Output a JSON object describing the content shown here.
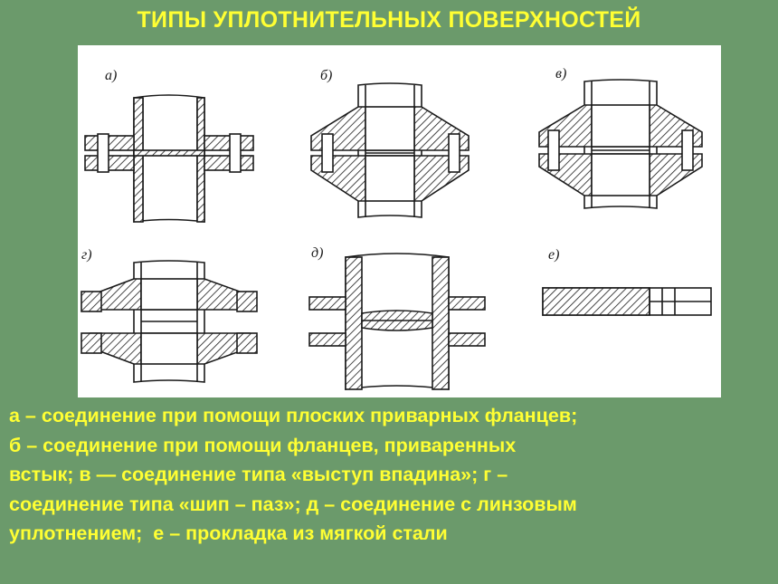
{
  "slide": {
    "title": "ТИПЫ УПЛОТНИТЕЛЬНЫХ ПОВЕРХНОСТЕЙ",
    "panel_labels": [
      "а)",
      "б)",
      "в)",
      "г)",
      "д)",
      "е)"
    ],
    "caption_lines": [
      "а – соединение при помощи плоских приварных фланцев;",
      "б – соединение при помощи фланцев, приваренных",
      "встык; в — соединение типа «выступ впадина»; г –",
      "соединение типа «шип – паз»; д – соединение с линзовым",
      "уплотнением;  е – прокладка из мягкой стали"
    ]
  },
  "colors": {
    "background": "#6b9a6b",
    "title": "#ffff33",
    "caption": "#ffff33",
    "figure_background": "#ffffff",
    "line": "#1a1a1a"
  }
}
